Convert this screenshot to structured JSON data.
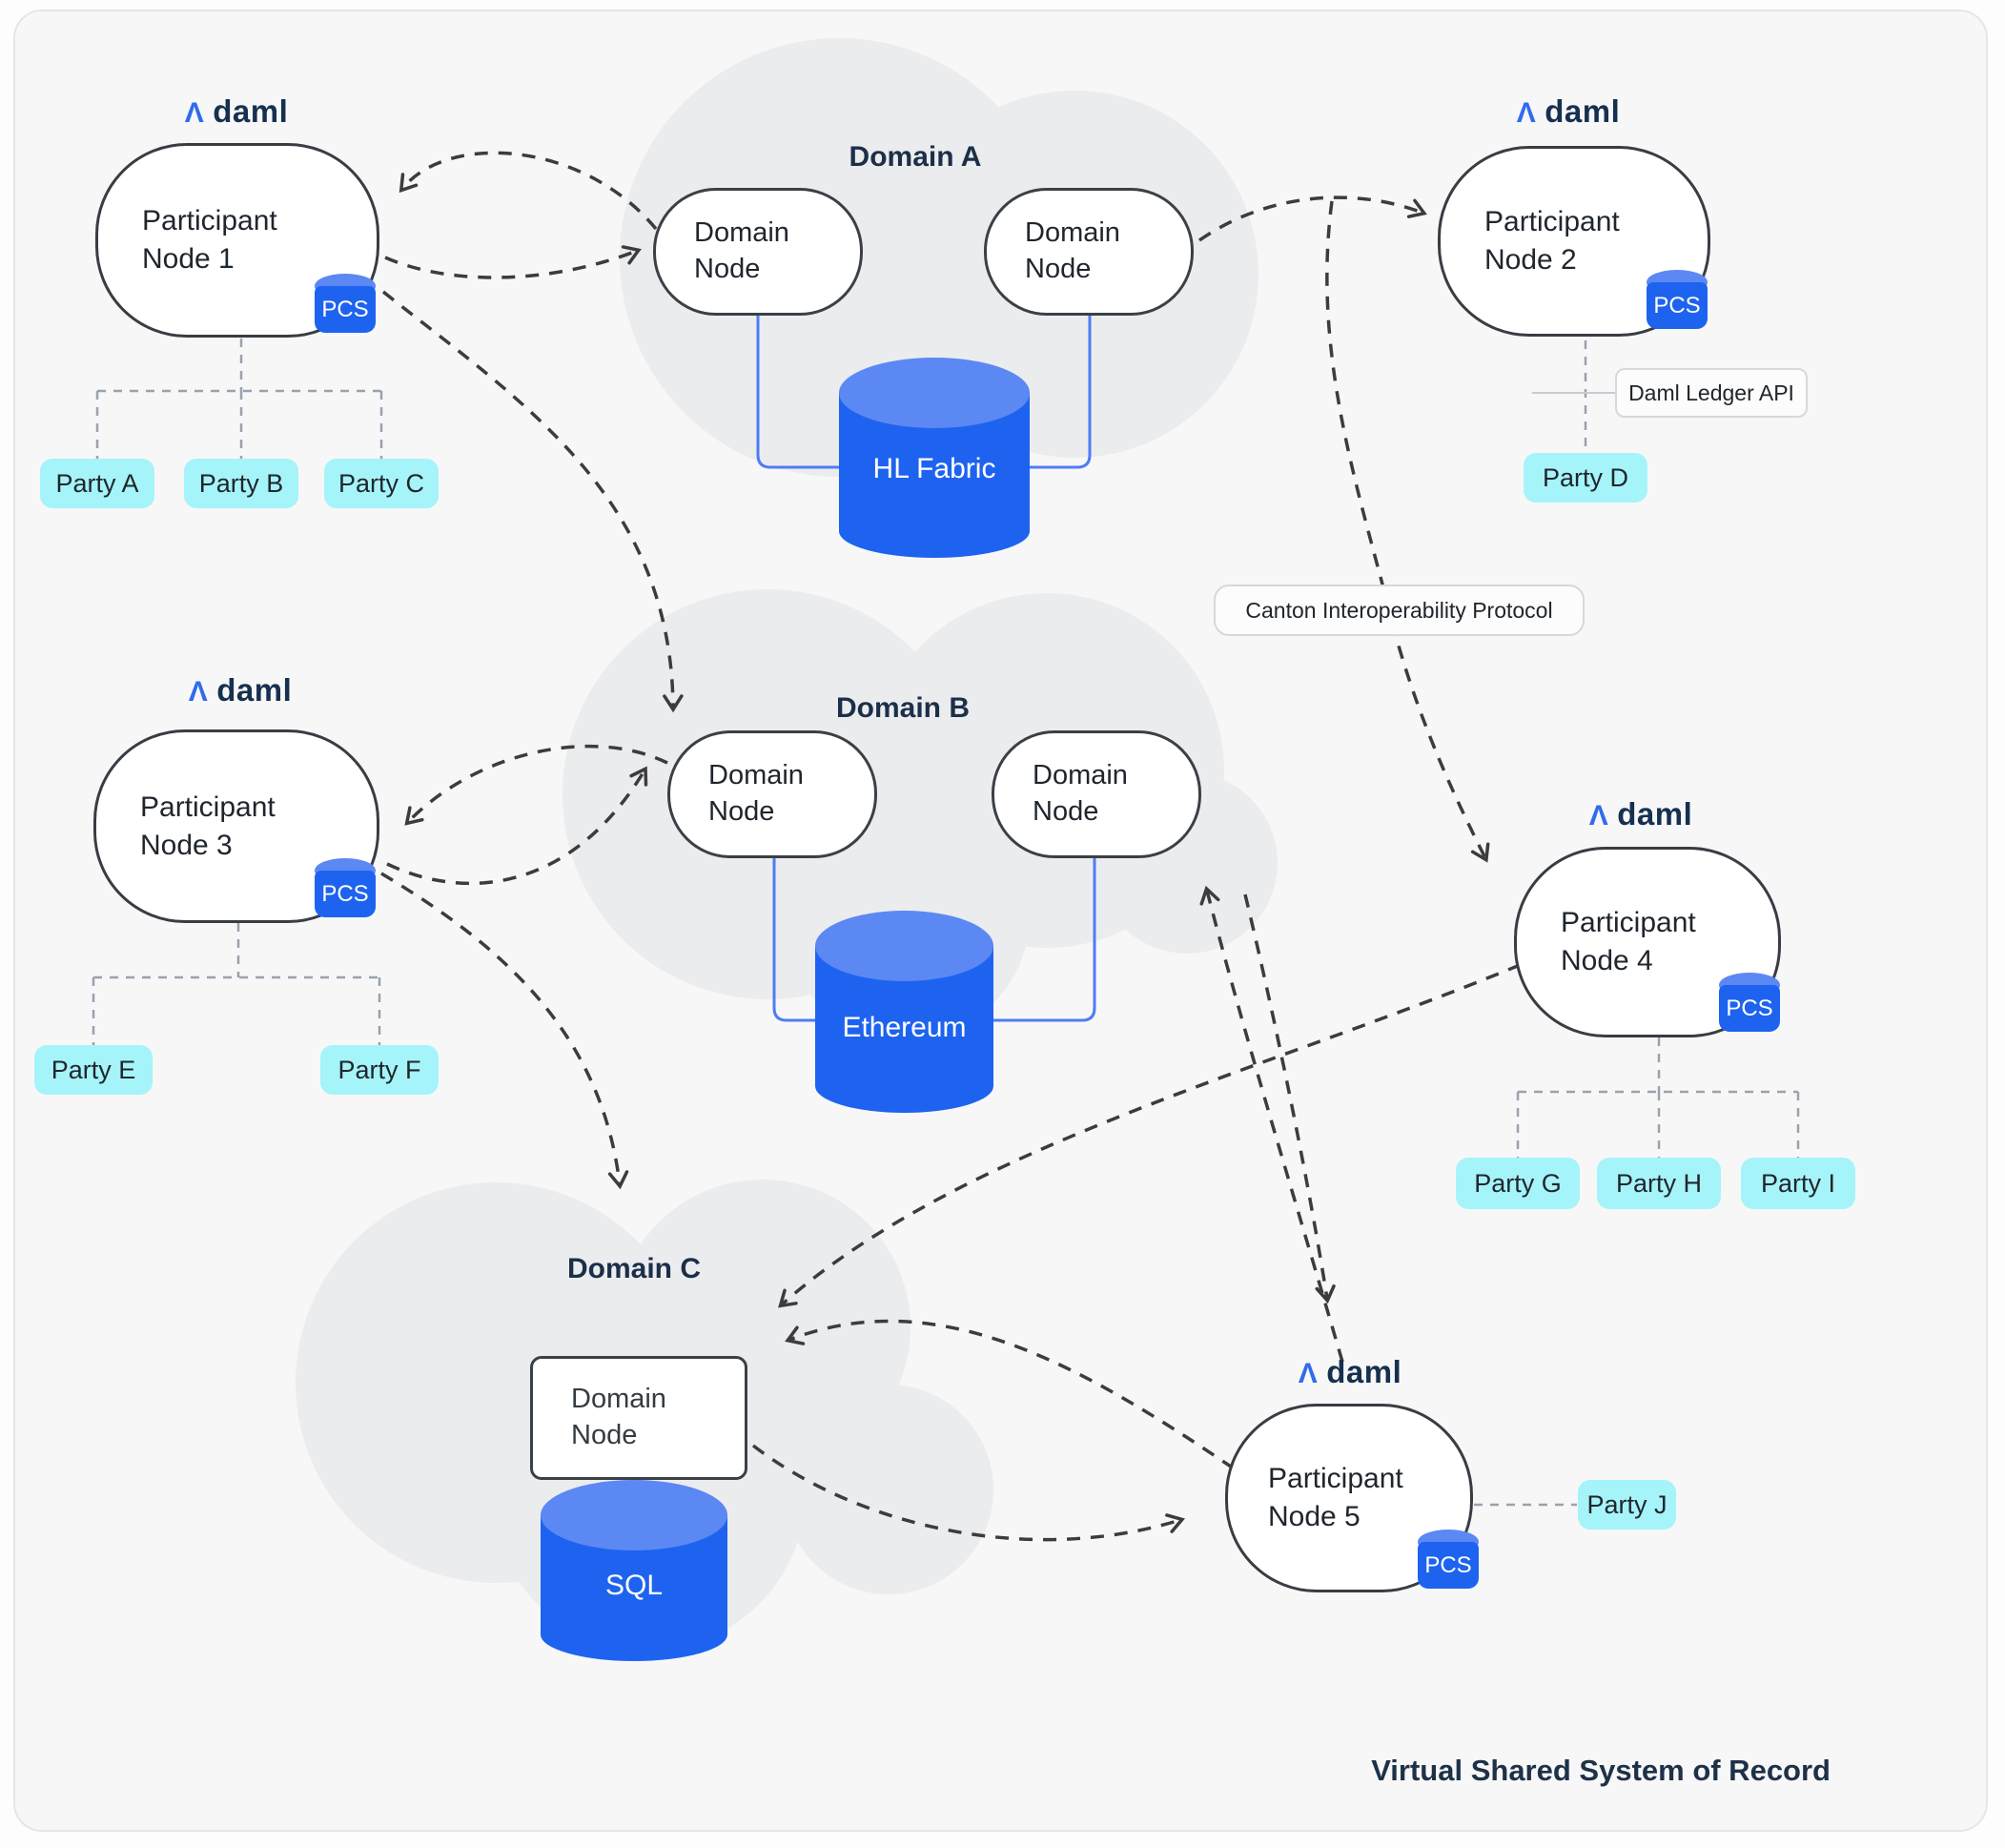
{
  "logo": {
    "mark": "Λ",
    "text": "daml"
  },
  "badge_label": "PCS",
  "footer": "Virtual Shared System of Record",
  "labels": {
    "canton_protocol": "Canton Interoperability Protocol",
    "daml_ledger_api": "Daml Ledger API"
  },
  "participants": {
    "pn1": "Participant Node 1",
    "pn2": "Participant Node 2",
    "pn3": "Participant Node 3",
    "pn4": "Participant Node 4",
    "pn5": "Participant Node 5"
  },
  "domains": {
    "a": {
      "name": "Domain A",
      "node": "Domain Node",
      "ledger": "HL Fabric"
    },
    "b": {
      "name": "Domain B",
      "node": "Domain Node",
      "ledger": "Ethereum"
    },
    "c": {
      "name": "Domain C",
      "node": "Domain Node",
      "ledger": "SQL"
    }
  },
  "parties": {
    "a": "Party A",
    "b": "Party B",
    "c": "Party C",
    "d": "Party D",
    "e": "Party E",
    "f": "Party F",
    "g": "Party G",
    "h": "Party H",
    "i": "Party I",
    "j": "Party J"
  },
  "colors": {
    "ledger_blue": "#1e63ef",
    "ledger_blue_light": "#5c88f4",
    "party_cyan": "#a5f4fa",
    "navy": "#1e3147",
    "cloud_gray": "#ebecee"
  }
}
